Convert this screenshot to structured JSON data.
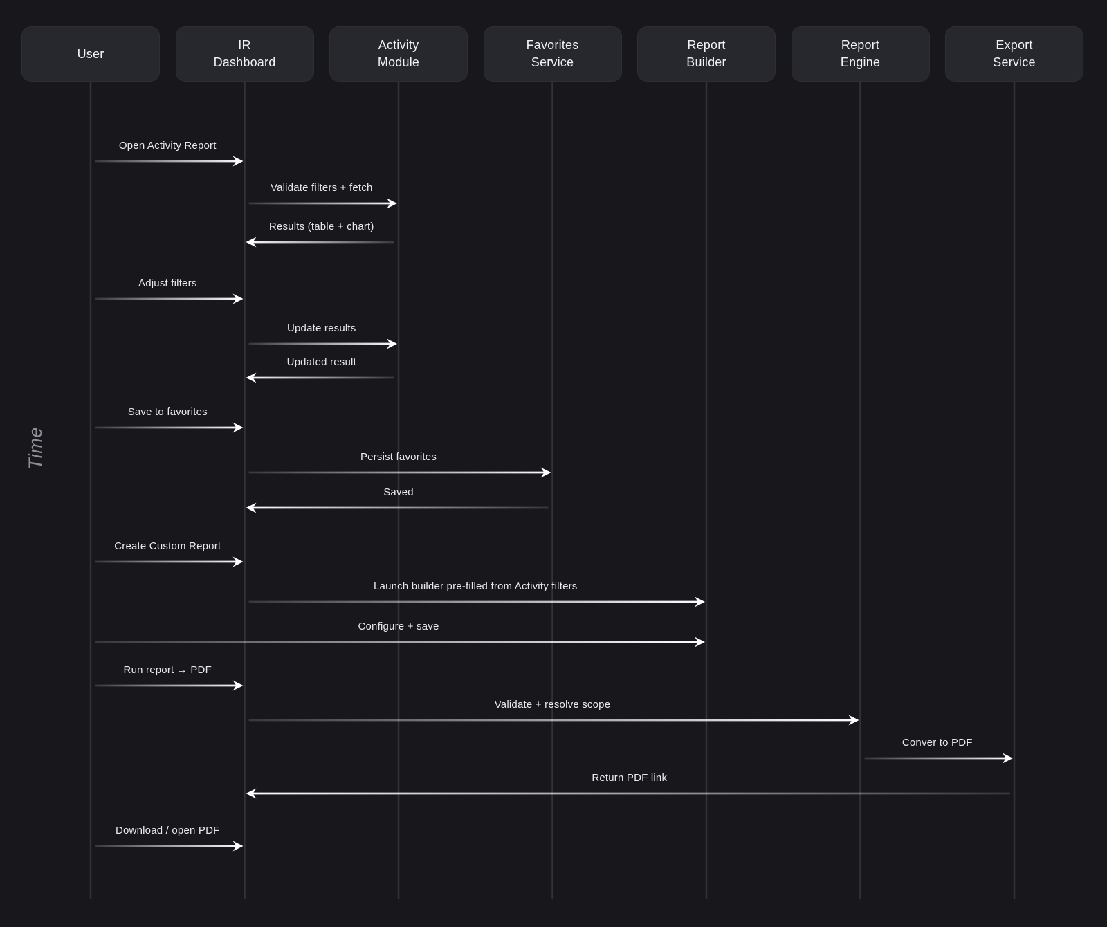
{
  "diagram": {
    "time_axis_label": "Time",
    "actors": [
      {
        "label": "User"
      },
      {
        "label": "IR\nDashboard"
      },
      {
        "label": "Activity\nModule"
      },
      {
        "label": "Favorites\nService"
      },
      {
        "label": "Report\nBuilder"
      },
      {
        "label": "Report\nEngine"
      },
      {
        "label": "Export\nService"
      }
    ],
    "messages": [
      {
        "label": "Open Activity Report",
        "from": 0,
        "to": 1
      },
      {
        "label": "Validate filters + fetch",
        "from": 1,
        "to": 2
      },
      {
        "label": "Results (table + chart)",
        "from": 2,
        "to": 1
      },
      {
        "label": "Adjust filters",
        "from": 0,
        "to": 1
      },
      {
        "label": "Update results",
        "from": 1,
        "to": 2
      },
      {
        "label": "Updated result",
        "from": 2,
        "to": 1
      },
      {
        "label": "Save to favorites",
        "from": 0,
        "to": 1
      },
      {
        "label": "Persist favorites",
        "from": 1,
        "to": 3
      },
      {
        "label": "Saved",
        "from": 3,
        "to": 1
      },
      {
        "label": "Create Custom Report",
        "from": 0,
        "to": 1
      },
      {
        "label": "Launch builder pre-filled from Activity filters",
        "from": 1,
        "to": 4
      },
      {
        "label": "Configure + save",
        "from": 0,
        "to": 4
      },
      {
        "label": "Run report → PDF",
        "from": 0,
        "to": 1
      },
      {
        "label": "Validate + resolve scope",
        "from": 1,
        "to": 5
      },
      {
        "label": "Conver to PDF",
        "from": 5,
        "to": 6
      },
      {
        "label": "Return PDF link",
        "from": 6,
        "to": 1
      },
      {
        "label": "Download / open PDF",
        "from": 0,
        "to": 1
      }
    ],
    "colors": {
      "background": "#17171c",
      "actor_box": "#27272e",
      "actor_text": "#f2f2f4",
      "lifeline": "#32323a",
      "arrow": "#ffffff",
      "message_text": "#eaeaee",
      "time_label": "#8f8f98"
    }
  }
}
